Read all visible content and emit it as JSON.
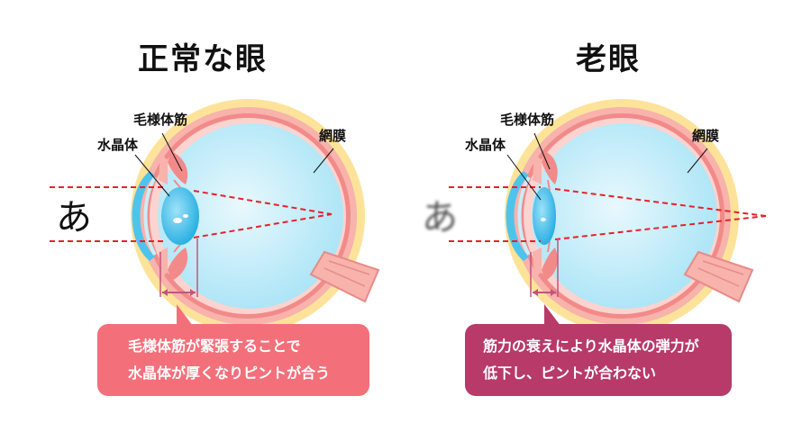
{
  "left": {
    "title": "正常な眼",
    "label_ciliary": "毛様体筋",
    "label_lens": "水晶体",
    "label_retina": "網膜",
    "letter": "あ",
    "bubble_lines": [
      "毛様体筋が緊張することで",
      "水晶体が厚くなりピントが合う"
    ]
  },
  "right": {
    "title": "老眼",
    "label_ciliary": "毛様体筋",
    "label_lens": "水晶体",
    "label_retina": "網膜",
    "letter": "あ",
    "bubble_lines": [
      "筋力の衰えにより水晶体の弾力が",
      "低下し、ピントが合わない"
    ]
  },
  "colors": {
    "sclera_outer": "#fde39a",
    "sclera_mid": "#f4a9a2",
    "vitreous": "#a9e4f6",
    "lens": "#4ec4ec",
    "rays": "#e8202a",
    "bubble_normal": "#f3707a",
    "bubble_presbyopia": "#b73a69"
  }
}
